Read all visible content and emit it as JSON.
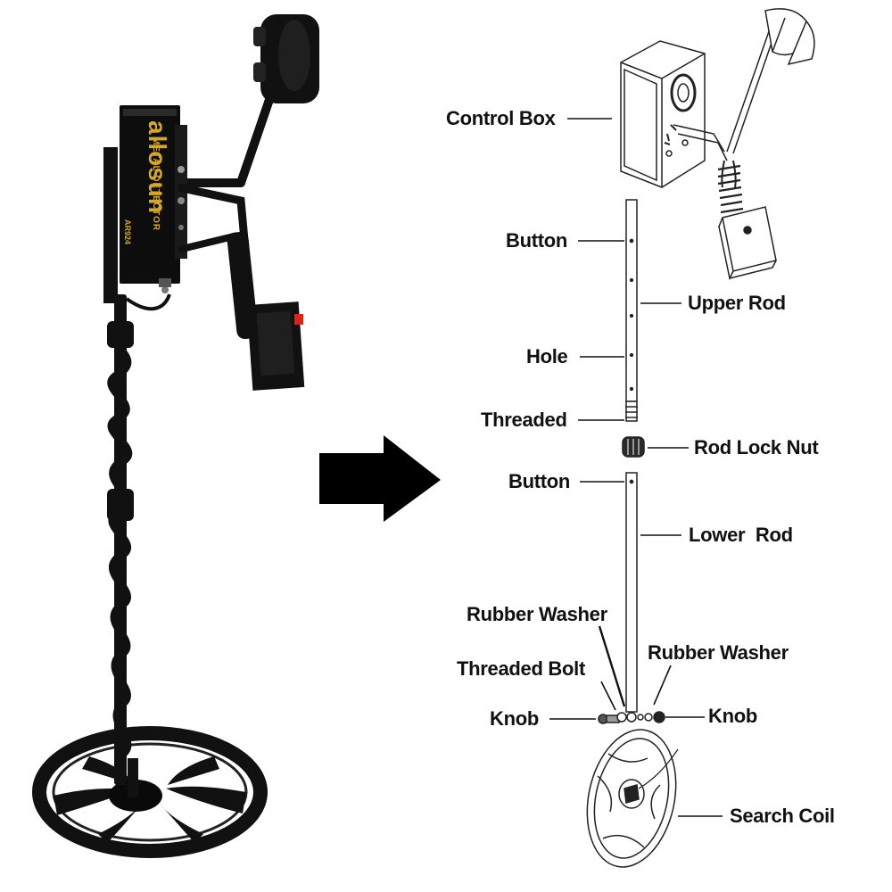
{
  "product": {
    "brand": "allosun",
    "subtitle": "METAL DETECTOR",
    "model": "AR924"
  },
  "labels": {
    "control_box": "Control Box",
    "button_upper": "Button",
    "upper_rod": "Upper Rod",
    "hole": "Hole",
    "threaded": "Threaded",
    "rod_lock_nut": "Rod Lock Nut",
    "button_lower": "Button",
    "lower_rod": "Lower  Rod",
    "rubber_washer_left": "Rubber Washer",
    "rubber_washer_right": "Rubber Washer",
    "threaded_bolt": "Threaded Bolt",
    "knob_left": "Knob",
    "knob_right": "Knob",
    "search_coil": "Search Coil"
  },
  "colors": {
    "detector_body": "#111111",
    "brand_gold": "#d4a62a",
    "battery_red": "#d8261c",
    "line_art": "#222222"
  }
}
